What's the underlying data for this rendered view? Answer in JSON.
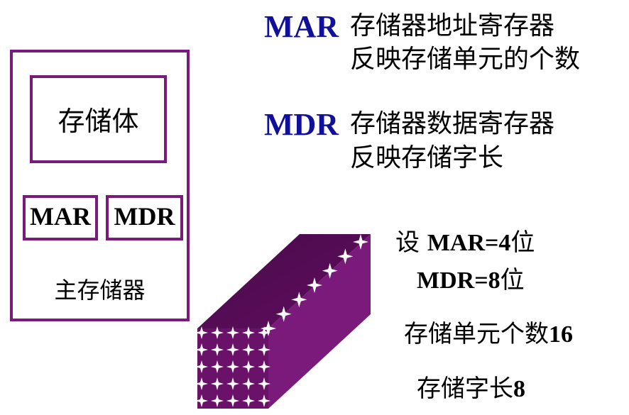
{
  "main_memory": {
    "storage_body_label": "存储体",
    "mar_label": "MAR",
    "mdr_label": "MDR",
    "caption": "主存储器"
  },
  "definitions": {
    "mar": {
      "name": "MAR",
      "line1": "存储器地址寄存器",
      "line2": "反映存储单元的个数"
    },
    "mdr": {
      "name": "MDR",
      "line1": "存储器数据寄存器",
      "line2": "反映存储字长"
    }
  },
  "example": {
    "prefix": "设",
    "mar_eq": "MAR=4",
    "unit": "位",
    "mdr_eq": "MDR=8",
    "cell_count_label": "存储单元个数",
    "cell_count_value": "16",
    "word_length_label": "存储字长",
    "word_length_value": "8"
  },
  "colors": {
    "accent": "#7a1a7a",
    "register_name": "#10109a",
    "block_dark": "#4a0a4a",
    "block_light": "#7a1a7a"
  }
}
